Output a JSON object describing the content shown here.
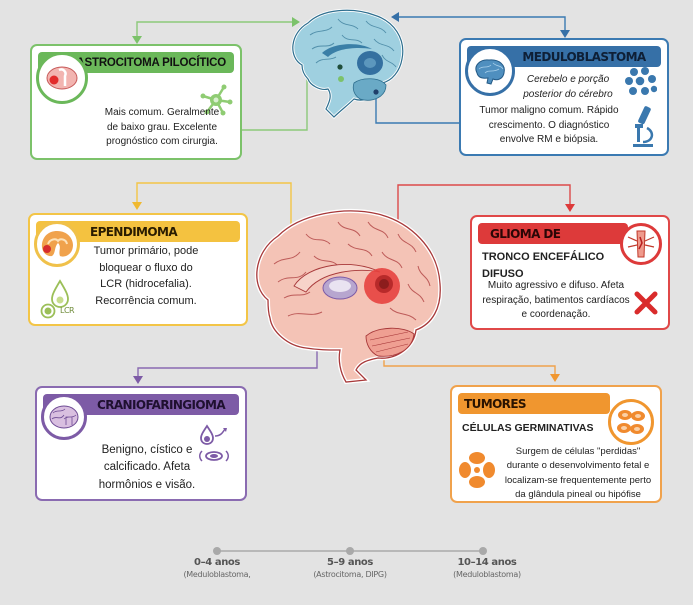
{
  "cards": {
    "astrocitoma": {
      "title": "ASTROCITOMA PILOCÍTICO",
      "body": [
        "Mais comum. Geralmente",
        "de baixo grau. Excelente",
        "prognóstico com cirurgia."
      ],
      "color": "#6bb85a"
    },
    "meduloblastoma": {
      "title": "MEDULOBLASTOMA",
      "location": [
        "Cerebelo e porção",
        "posterior do cérebro"
      ],
      "body": [
        "Tumor maligno comum.  Rápido",
        "crescimento. O diagnóstico",
        "envolve RM e biópsia."
      ],
      "color": "#3670a7"
    },
    "ependimoma": {
      "title": "EPENDIMOMA",
      "body": [
        "Tumor primário, pode",
        "bloquear o fluxo do",
        "LCR (hidrocefalia).",
        "Recorrência comum."
      ],
      "icon_label": "LCR",
      "color": "#f4c240"
    },
    "glioma": {
      "title": "GLIOMA DE",
      "subtitle": [
        "TRONCO ENCEFÁLICO",
        "DIFUSO"
      ],
      "body": [
        "Muito agressivo e difuso. Afeta",
        "respiração, batimentos cardíacos",
        "e coordenação."
      ],
      "color": "#dd3a3a"
    },
    "craniofaringioma": {
      "title": "CRANIOFARINGIOMA",
      "body": [
        "Benigno, cístico e",
        "calcificado. Afeta",
        "hormônios e visão."
      ],
      "color": "#7d5ba6"
    },
    "germinativas": {
      "title": "TUMORES",
      "subtitle": "CÉLULAS GERMINATIVAS",
      "body": [
        "Surgem de células  \"perdidas\"",
        "durante o desenvolvimento fetal e",
        "localizam-se frequentemente perto",
        "da glândula pineal ou hipófise"
      ],
      "color": "#f0962f"
    }
  },
  "timeline": [
    {
      "age": "0–4 anos",
      "type": "(Meduloblastoma,"
    },
    {
      "age": "5–9 anos",
      "type": "(Astrocitoma, DIPG)"
    },
    {
      "age": "10–14 anos",
      "type": "(Meduloblastoma)"
    }
  ],
  "icons": {
    "astrocitoma": [
      "brain-tumor-icon",
      "cell-network-icon"
    ],
    "meduloblastoma": [
      "brain-icon",
      "cell-cluster-icon",
      "microscope-icon"
    ],
    "ependimoma": [
      "ventricle-icon",
      "csf-drop-icon"
    ],
    "glioma": [
      "brainstem-icon",
      "x-mark-icon"
    ],
    "craniofaringioma": [
      "brain-icon",
      "eye-icon"
    ],
    "germinativas": [
      "germ-cell-icon",
      "germ-cell-icon"
    ]
  },
  "illustrations": [
    "brain-blue-illustration",
    "brain-pink-illustration"
  ]
}
